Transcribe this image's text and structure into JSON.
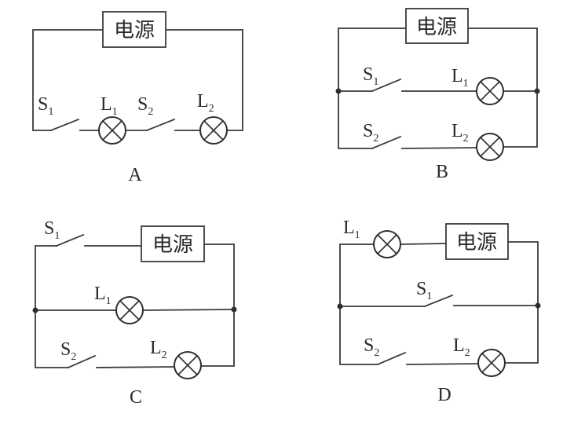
{
  "figure": {
    "description": "Four circuit diagrams labeled A, B, C, D, each with a power source, two switches and two lamps",
    "power_source_label": "电源",
    "colors": {
      "wire": "#3a3a3a",
      "text": "#2a2a2a",
      "background": "#ffffff"
    }
  },
  "circuits": [
    {
      "option": "A",
      "topology": "series: power source, S1, L1, S2, L2 all in one loop",
      "components": {
        "S1": {
          "main": "S",
          "sub": "1"
        },
        "L1": {
          "main": "L",
          "sub": "1"
        },
        "S2": {
          "main": "S",
          "sub": "2"
        },
        "L2": {
          "main": "L",
          "sub": "2"
        }
      }
    },
    {
      "option": "B",
      "topology": "parallel: branch S1+L1 and branch S2+L2 across the power source",
      "components": {
        "S1": {
          "main": "S",
          "sub": "1"
        },
        "L1": {
          "main": "L",
          "sub": "1"
        },
        "S2": {
          "main": "S",
          "sub": "2"
        },
        "L2": {
          "main": "L",
          "sub": "2"
        }
      }
    },
    {
      "option": "C",
      "topology": "S1 in main line with power source; L1 branch in parallel with S2+L2 branch",
      "components": {
        "S1": {
          "main": "S",
          "sub": "1"
        },
        "L1": {
          "main": "L",
          "sub": "1"
        },
        "S2": {
          "main": "S",
          "sub": "2"
        },
        "L2": {
          "main": "L",
          "sub": "2"
        }
      }
    },
    {
      "option": "D",
      "topology": "L1 in main line with power source; S1 branch in parallel with S2+L2 branch",
      "components": {
        "S1": {
          "main": "S",
          "sub": "1"
        },
        "L1": {
          "main": "L",
          "sub": "1"
        },
        "S2": {
          "main": "S",
          "sub": "2"
        },
        "L2": {
          "main": "L",
          "sub": "2"
        }
      }
    }
  ]
}
